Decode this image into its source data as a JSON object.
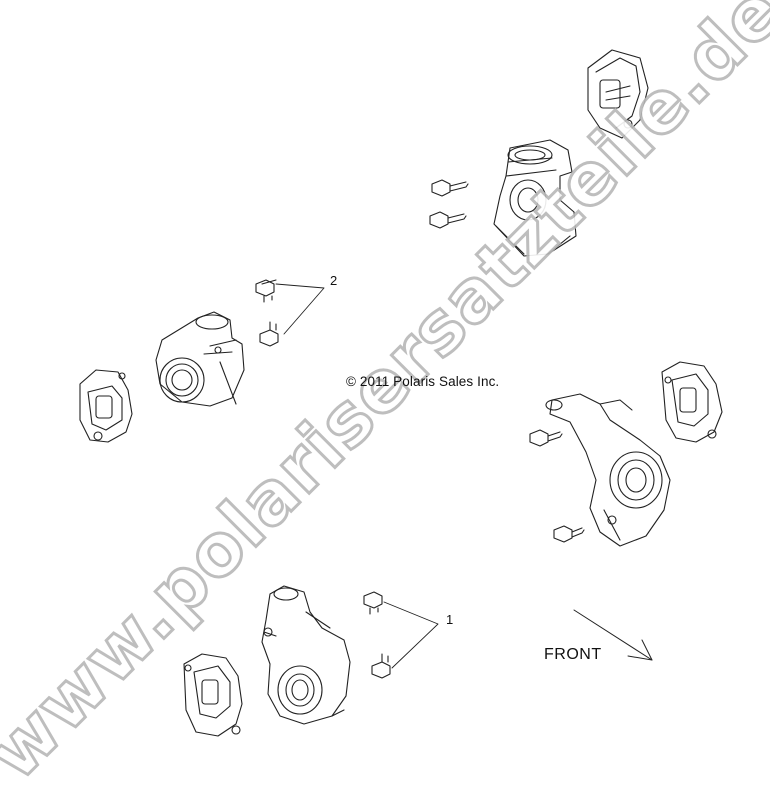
{
  "diagram": {
    "copyright": "© 2011 Polaris Sales Inc.",
    "front_label": "FRONT",
    "callouts": {
      "one": "1",
      "two": "2"
    },
    "watermark": "www.polarisersatzteile.de"
  },
  "colors": {
    "line": "#222222",
    "watermark_outline": "#b8b8b8"
  }
}
